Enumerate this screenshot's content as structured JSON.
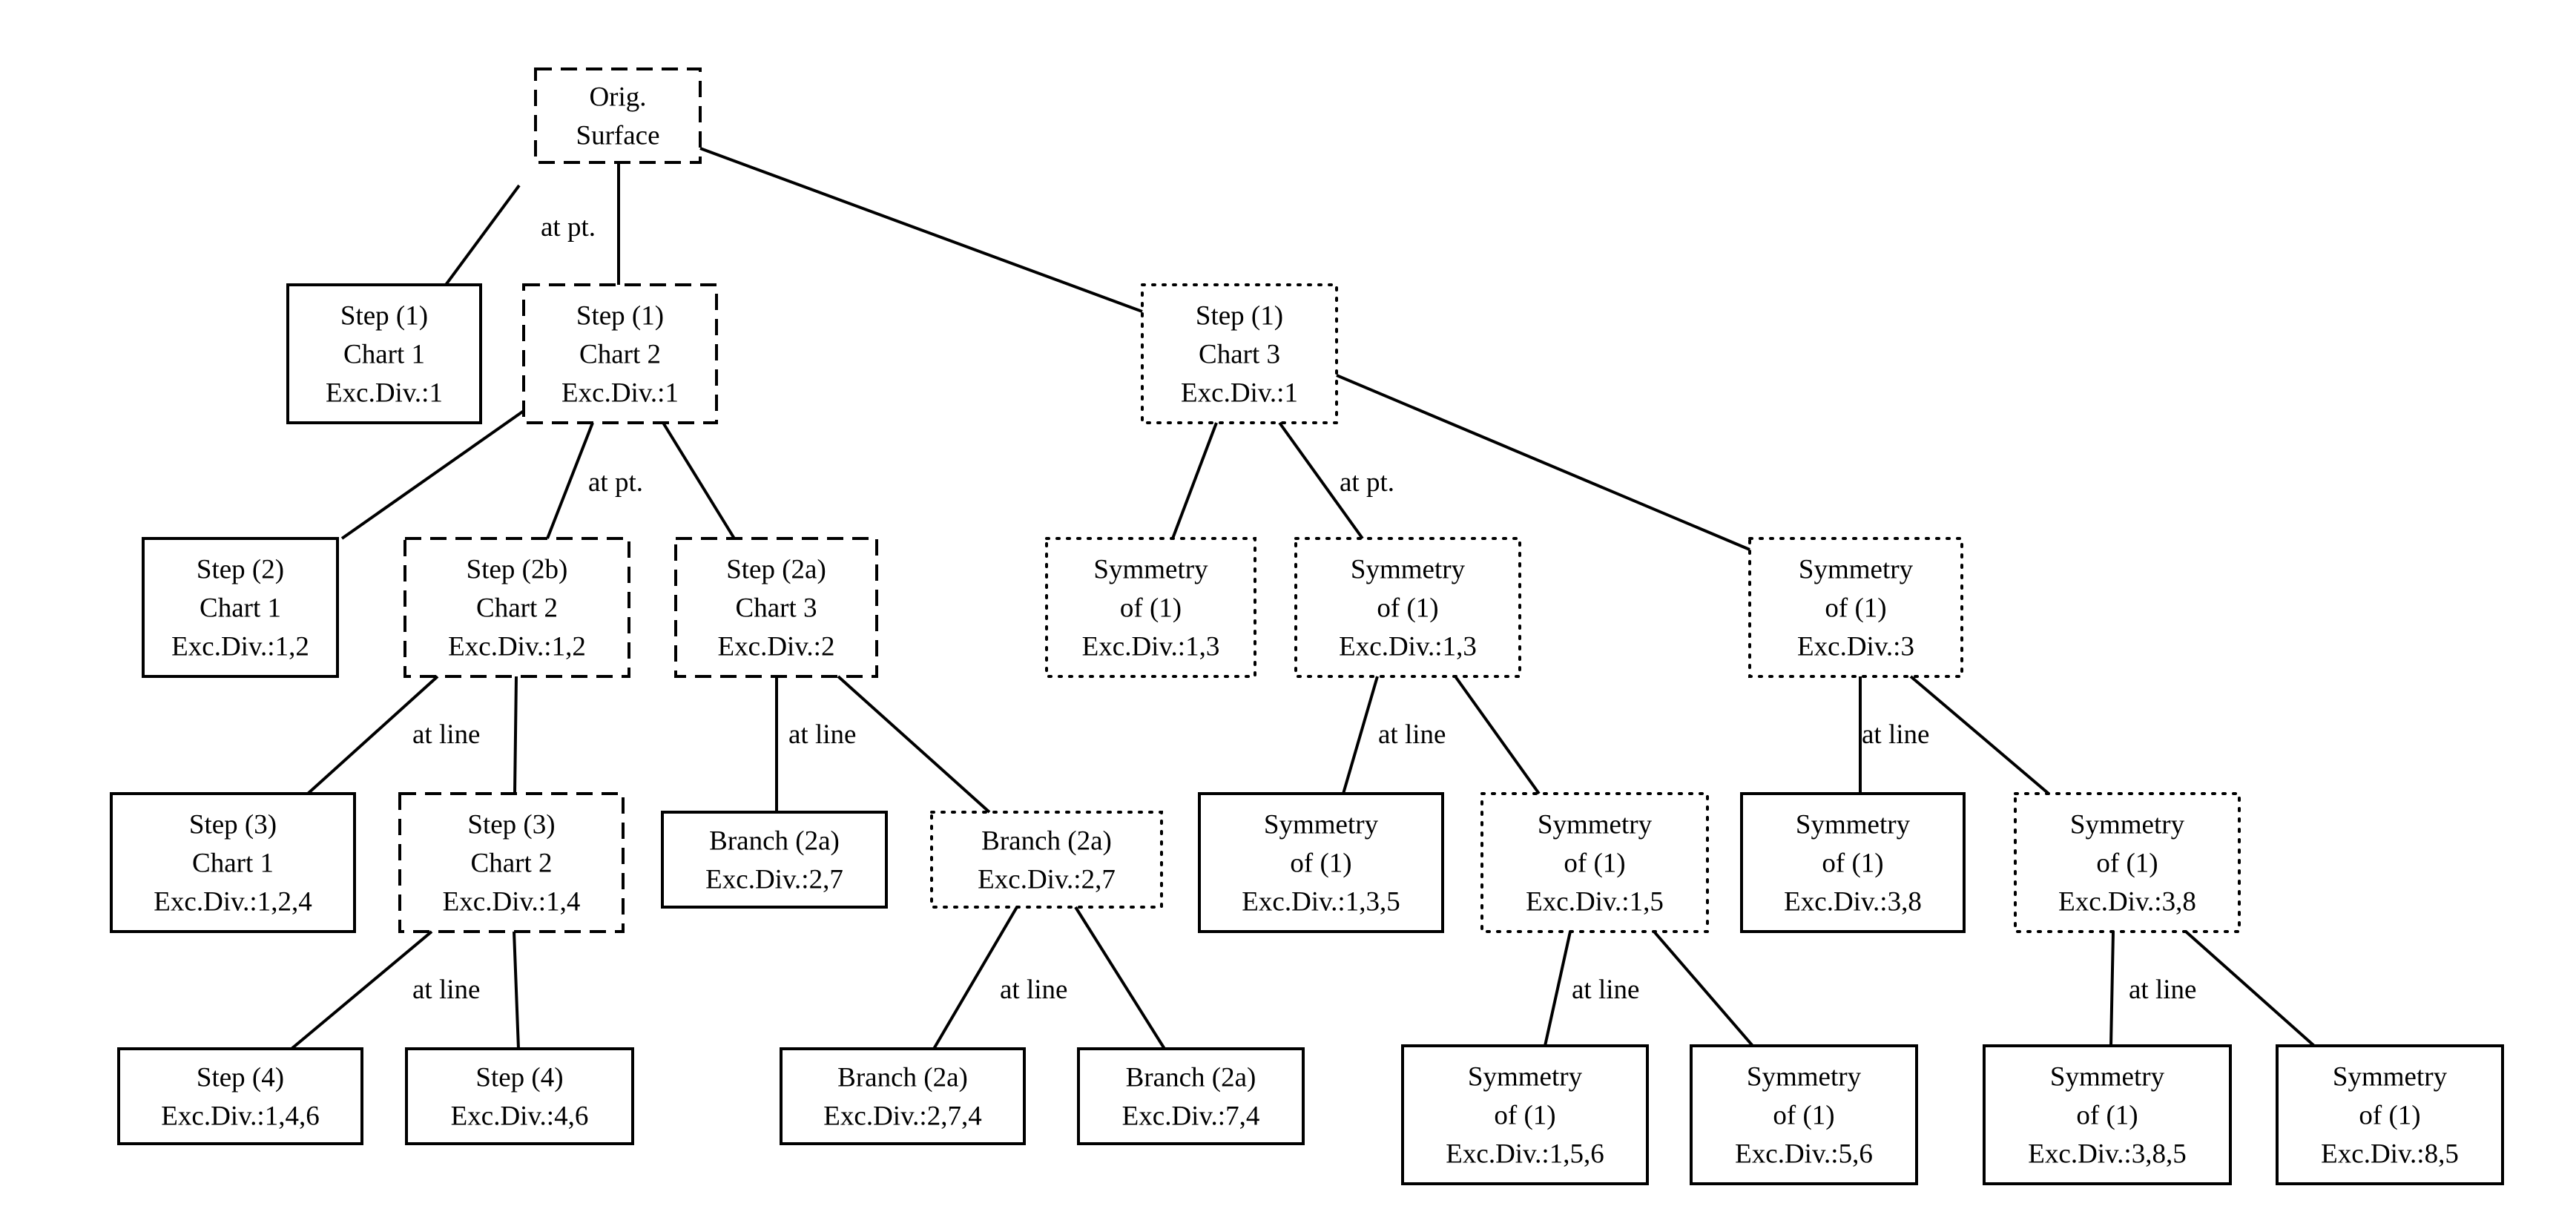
{
  "nodes": [
    {
      "id": "orig",
      "style": "dashed",
      "lines": [
        "Orig.",
        "Surface"
      ]
    },
    {
      "id": "s1c1",
      "style": "solid",
      "lines": [
        "Step (1)",
        "Chart 1",
        "Exc.Div.:1"
      ]
    },
    {
      "id": "s1c2",
      "style": "dashed",
      "lines": [
        "Step (1)",
        "Chart 2",
        "Exc.Div.:1"
      ]
    },
    {
      "id": "s1c3",
      "style": "dotted",
      "lines": [
        "Step (1)",
        "Chart 3",
        "Exc.Div.:1"
      ]
    },
    {
      "id": "s2c1",
      "style": "solid",
      "lines": [
        "Step (2)",
        "Chart 1",
        "Exc.Div.:1,2"
      ]
    },
    {
      "id": "s2bc2",
      "style": "dashed",
      "lines": [
        "Step (2b)",
        "Chart 2",
        "Exc.Div.:1,2"
      ]
    },
    {
      "id": "s2ac3",
      "style": "dashed",
      "lines": [
        "Step (2a)",
        "Chart 3",
        "Exc.Div.:2"
      ]
    },
    {
      "id": "sym13a",
      "style": "dotted",
      "lines": [
        "Symmetry",
        "of (1)",
        "Exc.Div.:1,3"
      ]
    },
    {
      "id": "sym13b",
      "style": "dotted",
      "lines": [
        "Symmetry",
        "of (1)",
        "Exc.Div.:1,3"
      ]
    },
    {
      "id": "sym3",
      "style": "dotted",
      "lines": [
        "Symmetry",
        "of (1)",
        "Exc.Div.:3"
      ]
    },
    {
      "id": "s3c1",
      "style": "solid",
      "lines": [
        "Step (3)",
        "Chart 1",
        "Exc.Div.:1,2,4"
      ]
    },
    {
      "id": "s3c2",
      "style": "dashed",
      "lines": [
        "Step (3)",
        "Chart 2",
        "Exc.Div.:1,4"
      ]
    },
    {
      "id": "br27a",
      "style": "solid",
      "lines": [
        "Branch (2a)",
        "Exc.Div.:2,7"
      ]
    },
    {
      "id": "br27b",
      "style": "dotted",
      "lines": [
        "Branch (2a)",
        "Exc.Div.:2,7"
      ]
    },
    {
      "id": "sym135",
      "style": "solid",
      "lines": [
        "Symmetry",
        "of (1)",
        "Exc.Div.:1,3,5"
      ]
    },
    {
      "id": "sym15",
      "style": "dotted",
      "lines": [
        "Symmetry",
        "of (1)",
        "Exc.Div.:1,5"
      ]
    },
    {
      "id": "sym38a",
      "style": "solid",
      "lines": [
        "Symmetry",
        "of (1)",
        "Exc.Div.:3,8"
      ]
    },
    {
      "id": "sym38b",
      "style": "dotted",
      "lines": [
        "Symmetry",
        "of (1)",
        "Exc.Div.:3,8"
      ]
    },
    {
      "id": "s4a",
      "style": "solid",
      "lines": [
        "Step (4)",
        "Exc.Div.:1,4,6"
      ]
    },
    {
      "id": "s4b",
      "style": "solid",
      "lines": [
        "Step (4)",
        "Exc.Div.:4,6"
      ]
    },
    {
      "id": "br274",
      "style": "solid",
      "lines": [
        "Branch (2a)",
        "Exc.Div.:2,7,4"
      ]
    },
    {
      "id": "br74",
      "style": "solid",
      "lines": [
        "Branch (2a)",
        "Exc.Div.:7,4"
      ]
    },
    {
      "id": "sym156",
      "style": "solid",
      "lines": [
        "Symmetry",
        "of (1)",
        "Exc.Div.:1,5,6"
      ]
    },
    {
      "id": "sym56",
      "style": "solid",
      "lines": [
        "Symmetry",
        "of (1)",
        "Exc.Div.:5,6"
      ]
    },
    {
      "id": "sym385",
      "style": "solid",
      "lines": [
        "Symmetry",
        "of (1)",
        "Exc.Div.:3,8,5"
      ]
    },
    {
      "id": "sym85",
      "style": "solid",
      "lines": [
        "Symmetry",
        "of (1)",
        "Exc.Div.:8,5"
      ]
    }
  ],
  "edges": [
    {
      "from": "orig",
      "to": "s1c1"
    },
    {
      "from": "orig",
      "to": "s1c2"
    },
    {
      "from": "orig",
      "to": "s1c3"
    },
    {
      "from": "s1c2",
      "to": "s2c1"
    },
    {
      "from": "s1c2",
      "to": "s2bc2"
    },
    {
      "from": "s1c2",
      "to": "s2ac3"
    },
    {
      "from": "s1c3",
      "to": "sym13a"
    },
    {
      "from": "s1c3",
      "to": "sym13b"
    },
    {
      "from": "s1c3",
      "to": "sym3"
    },
    {
      "from": "s2bc2",
      "to": "s3c1"
    },
    {
      "from": "s2bc2",
      "to": "s3c2"
    },
    {
      "from": "s2ac3",
      "to": "br27a"
    },
    {
      "from": "s2ac3",
      "to": "br27b"
    },
    {
      "from": "sym13b",
      "to": "sym135"
    },
    {
      "from": "sym13b",
      "to": "sym15"
    },
    {
      "from": "sym3",
      "to": "sym38a"
    },
    {
      "from": "sym3",
      "to": "sym38b"
    },
    {
      "from": "s3c2",
      "to": "s4a"
    },
    {
      "from": "s3c2",
      "to": "s4b"
    },
    {
      "from": "br27b",
      "to": "br274"
    },
    {
      "from": "br27b",
      "to": "br74"
    },
    {
      "from": "sym15",
      "to": "sym156"
    },
    {
      "from": "sym15",
      "to": "sym56"
    },
    {
      "from": "sym38b",
      "to": "sym385"
    },
    {
      "from": "sym38b",
      "to": "sym85"
    }
  ],
  "edge_labels": [
    {
      "id": "lbl-orig",
      "text": "at pt."
    },
    {
      "id": "lbl-s1c2",
      "text": "at pt."
    },
    {
      "id": "lbl-s1c3",
      "text": "at pt."
    },
    {
      "id": "lbl-s2bc2",
      "text": "at line"
    },
    {
      "id": "lbl-s2ac3",
      "text": "at line"
    },
    {
      "id": "lbl-sym13b",
      "text": "at line"
    },
    {
      "id": "lbl-sym3",
      "text": "at line"
    },
    {
      "id": "lbl-s3c2",
      "text": "at line"
    },
    {
      "id": "lbl-br27b",
      "text": "at line"
    },
    {
      "id": "lbl-sym15",
      "text": "at line"
    },
    {
      "id": "lbl-sym38b",
      "text": "at line"
    }
  ]
}
